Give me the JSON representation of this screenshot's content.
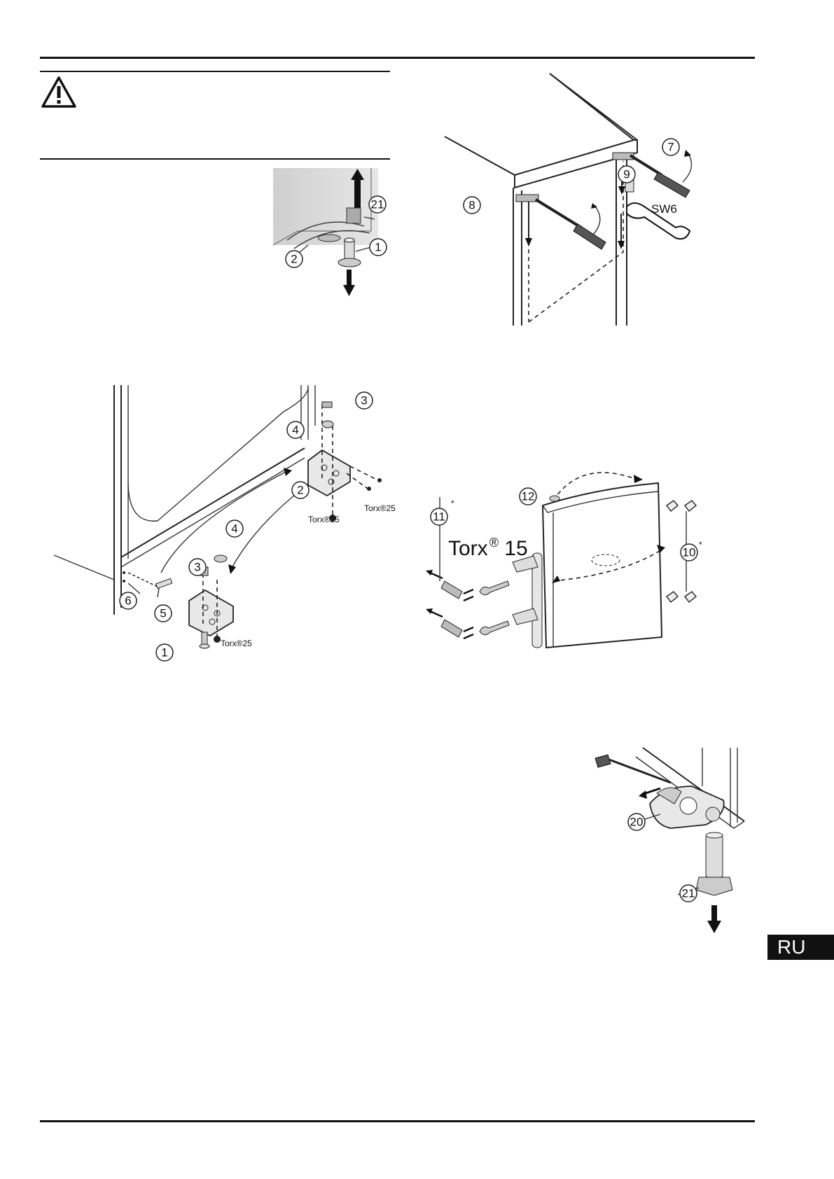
{
  "language_badge": "RU",
  "figures": {
    "fig_foot": {
      "callouts": [
        "21",
        "2",
        "1"
      ]
    },
    "fig_top_hinge": {
      "callouts": [
        "7",
        "9",
        "8"
      ],
      "wrench_label": "SW6"
    },
    "fig_bottom_hinge": {
      "callouts": [
        "3",
        "4",
        "2",
        "4",
        "3",
        "6",
        "5",
        "1"
      ],
      "torx_labels": [
        "Torx®25",
        "Torx®25",
        "Torx®25"
      ]
    },
    "fig_handle": {
      "callouts": [
        "12",
        "11",
        "10"
      ],
      "torx_label": "Torx",
      "torx_reg": "®",
      "torx_size": "15",
      "asterisks": [
        "*",
        "*"
      ]
    },
    "fig_lower_hinge": {
      "callouts": [
        "20",
        "21"
      ]
    }
  },
  "icons": {
    "warning": "warning-triangle-icon"
  }
}
